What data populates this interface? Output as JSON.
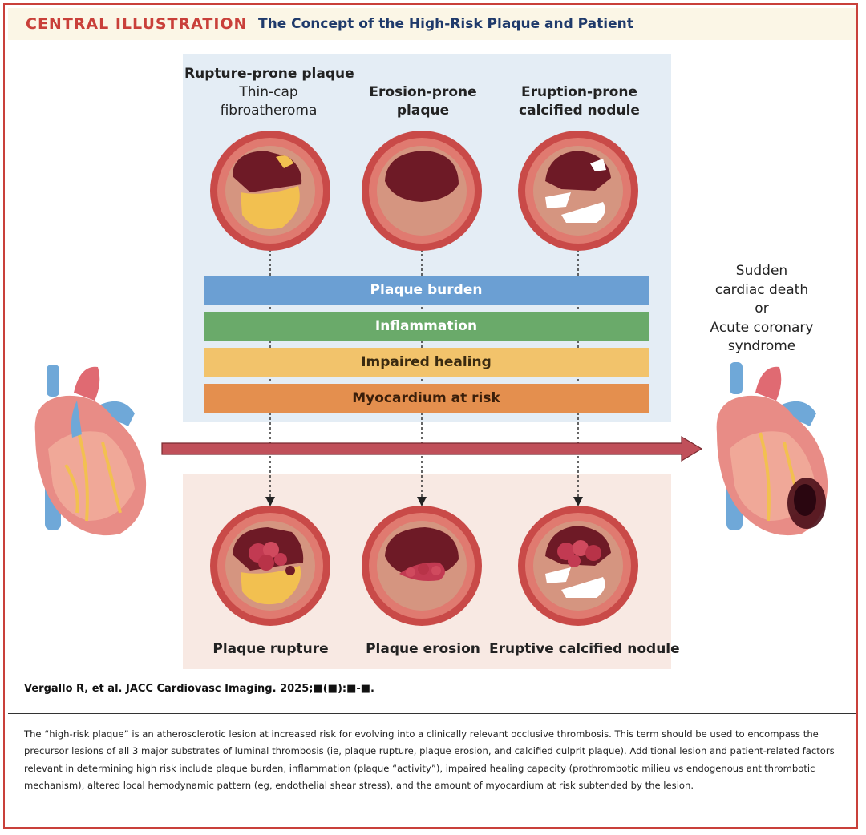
{
  "header": {
    "tag": "CENTRAL ILLUSTRATION",
    "title": "The Concept of the High-Risk Plaque and Patient"
  },
  "plaques_top": [
    {
      "line1": "Rupture-prone plaque",
      "line2": "Thin-cap",
      "line3": "fibroatheroma"
    },
    {
      "line1": "Erosion-prone",
      "line2": "plaque"
    },
    {
      "line1": "Eruption-prone",
      "line2": "calcified nodule"
    }
  ],
  "risk_factors": [
    {
      "label": "Plaque burden",
      "color": "#6b9fd3",
      "text_color": "#ffffff"
    },
    {
      "label": "Inflammation",
      "color": "#6aaa6a",
      "text_color": "#ffffff"
    },
    {
      "label": "Impaired healing",
      "color": "#f2c36b",
      "text_color": "#3a2a10"
    },
    {
      "label": "Myocardium at risk",
      "color": "#e48f4e",
      "text_color": "#3a1e0a"
    }
  ],
  "outcomes": [
    "Plaque rupture",
    "Plaque erosion",
    "Eruptive calcified nodule"
  ],
  "clinical_outcome": {
    "line1": "Sudden",
    "line2": "cardiac death",
    "line3": "or",
    "line4": "Acute coronary",
    "line5": "syndrome"
  },
  "citation": "Vergallo R, et al. JACC Cardiovasc Imaging. 2025;■(■):■-■.",
  "caption": "The “high-risk plaque” is an atherosclerotic lesion at increased risk for evolving into a clinically relevant occlusive thrombosis. This term should be used to encompass the precursor lesions of all 3 major substrates of luminal thrombosis (ie, plaque rupture, plaque erosion, and calcified culprit plaque). Additional lesion and patient-related factors relevant in determining high risk include plaque burden, inflammation (plaque “activity”), impaired healing capacity (prothrombotic milieu vs endogenous antithrombotic mechanism), altered local hemodynamic pattern (eg, endothelial shear stress), and the amount of myocardium at risk subtended by the lesion.",
  "colors": {
    "frame": "#c9403a",
    "arrow": "#c0505a",
    "vessel_outer": "#c94a48",
    "vessel_media": "#a3383c",
    "lumen": "#6e1a26",
    "lipid": "#f2c050",
    "intima": "#d59580",
    "calcium": "#ffffff",
    "thrombus": "#c23a52"
  }
}
